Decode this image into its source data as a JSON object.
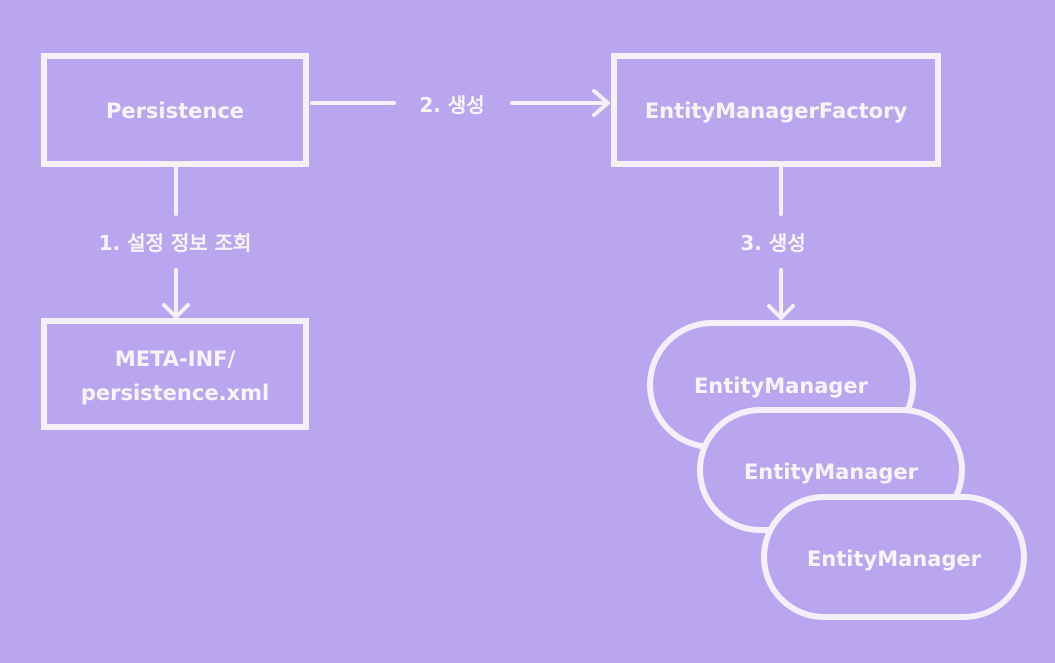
{
  "colors": {
    "background": "#b9a6ee",
    "stroke": "#f3f0fa",
    "text": "#f6f3fb"
  },
  "nodes": {
    "persistence": "Persistence",
    "factory": "EntityManagerFactory",
    "config_line1": "META-INF/",
    "config_line2": "persistence.xml",
    "manager_1": "EntityManager",
    "manager_2": "EntityManager",
    "manager_3": "EntityManager"
  },
  "edges": {
    "lookup_config": "1. 설정 정보 조회",
    "create_factory": "2. 생성",
    "create_manager": "3. 생성"
  }
}
